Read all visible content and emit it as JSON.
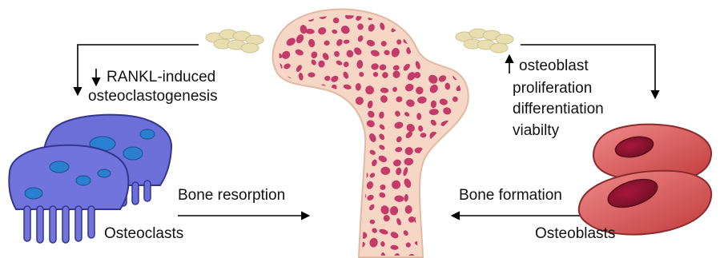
{
  "labels": {
    "rankl_line1": "RANKL-induced",
    "rankl_line2": "osteoclastogenesis",
    "osteoblast_line1": "osteoblast",
    "osteoblast_line2": "proliferation",
    "osteoblast_line3": "differentiation",
    "osteoblast_line4": "viabilty",
    "bone_resorption": "Bone resorption",
    "osteoclasts": "Osteoclasts",
    "bone_formation": "Bone formation",
    "osteoblasts": "Osteoblasts"
  },
  "colors": {
    "osteoclast_fill": "#6c6fd8",
    "osteoclast_stroke": "#33358f",
    "osteoclast_nucleus": "#2b7fd1",
    "osteoblast_fill": "#d95a5a",
    "osteoblast_stroke": "#8a2c2c",
    "osteoblast_nucleus": "#8c1530",
    "bone_cortex": "#f6d6c4",
    "bone_pores": "#c43a68",
    "pellet": "#e8deb0",
    "arrow": "#000000"
  }
}
